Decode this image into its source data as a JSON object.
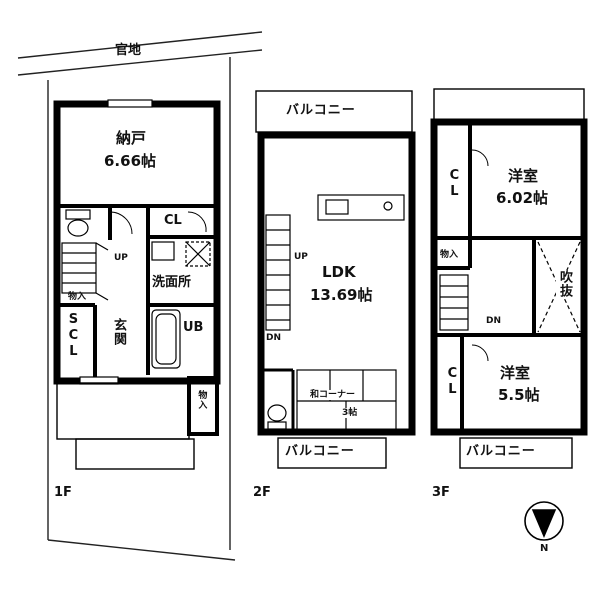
{
  "site": {
    "road_label": "官地"
  },
  "floors": [
    {
      "id": "1F",
      "label": "1F",
      "rooms": {
        "storage_name": "納戸",
        "storage_size": "6.66帖",
        "closet": "CL",
        "stairs": "UP",
        "washroom": "洗面所",
        "shoe_closet": "SCL",
        "entrance": "玄関",
        "bath": "UB",
        "storage_small_a": "物入",
        "storage_small_b": "物入"
      }
    },
    {
      "id": "2F",
      "label": "2F",
      "rooms": {
        "balcony_top": "バルコニー",
        "balcony_bottom": "バルコニー",
        "ldk_name": "LDK",
        "ldk_size": "13.69帖",
        "stairs_up": "UP",
        "stairs_dn": "DN",
        "corner": "和コーナー",
        "corner_size": "3帖"
      }
    },
    {
      "id": "3F",
      "label": "3F",
      "rooms": {
        "balcony_top": "",
        "balcony_bottom": "バルコニー",
        "western_1_name": "洋室",
        "western_1_size": "6.02帖",
        "closet_1": "CL",
        "closet_2": "CL",
        "storage": "物入",
        "void": "吹抜",
        "stairs_dn": "DN",
        "western_2_name": "洋室",
        "western_2_size": "5.5帖"
      }
    }
  ],
  "compass": {
    "label": "N"
  }
}
